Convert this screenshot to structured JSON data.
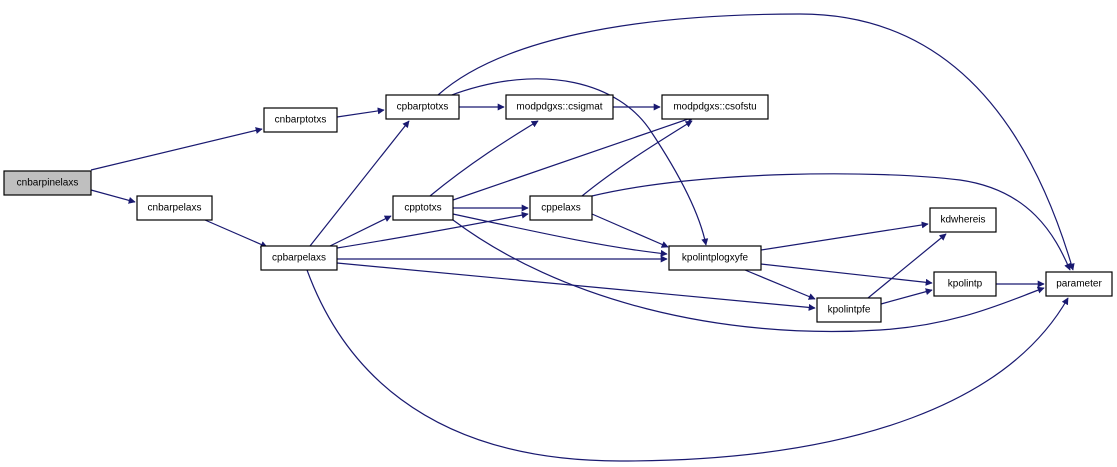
{
  "diagram": {
    "colors": {
      "edge": "#191970",
      "node_border": "#000000",
      "node_fill": "#ffffff",
      "root_fill": "#bfbfbf"
    },
    "nodes": [
      {
        "id": "cnbarpinelaxs",
        "label": "cnbarpinelaxs",
        "root": true
      },
      {
        "id": "cnbarptotxs",
        "label": "cnbarptotxs"
      },
      {
        "id": "cnbarpelaxs",
        "label": "cnbarpelaxs"
      },
      {
        "id": "cpbarptotxs",
        "label": "cpbarptotxs"
      },
      {
        "id": "cpbarpelaxs",
        "label": "cpbarpelaxs"
      },
      {
        "id": "csigmat",
        "label": "modpdgxs::csigmat"
      },
      {
        "id": "csofstu",
        "label": "modpdgxs::csofstu"
      },
      {
        "id": "cpptotxs",
        "label": "cpptotxs"
      },
      {
        "id": "cppelaxs",
        "label": "cppelaxs"
      },
      {
        "id": "kpolintplogxyfe",
        "label": "kpolintplogxyfe"
      },
      {
        "id": "kdwhereis",
        "label": "kdwhereis"
      },
      {
        "id": "kpolintpfe",
        "label": "kpolintpfe"
      },
      {
        "id": "kpolintp",
        "label": "kpolintp"
      },
      {
        "id": "parameter",
        "label": "parameter"
      }
    ],
    "edges": [
      {
        "from": "cnbarpinelaxs",
        "to": "cnbarptotxs"
      },
      {
        "from": "cnbarpinelaxs",
        "to": "cnbarpelaxs"
      },
      {
        "from": "cnbarptotxs",
        "to": "cpbarptotxs"
      },
      {
        "from": "cnbarpelaxs",
        "to": "cpbarpelaxs"
      },
      {
        "from": "cpbarptotxs",
        "to": "csigmat"
      },
      {
        "from": "cpbarptotxs",
        "to": "kpolintplogxyfe"
      },
      {
        "from": "cpbarptotxs",
        "to": "parameter"
      },
      {
        "from": "csigmat",
        "to": "csofstu"
      },
      {
        "from": "cpbarpelaxs",
        "to": "cpbarptotxs"
      },
      {
        "from": "cpbarpelaxs",
        "to": "cpptotxs"
      },
      {
        "from": "cpbarpelaxs",
        "to": "cppelaxs"
      },
      {
        "from": "cpbarpelaxs",
        "to": "kpolintplogxyfe"
      },
      {
        "from": "cpbarpelaxs",
        "to": "kpolintpfe"
      },
      {
        "from": "cpbarpelaxs",
        "to": "parameter"
      },
      {
        "from": "cpptotxs",
        "to": "csigmat"
      },
      {
        "from": "cpptotxs",
        "to": "csofstu"
      },
      {
        "from": "cpptotxs",
        "to": "cppelaxs"
      },
      {
        "from": "cpptotxs",
        "to": "kpolintplogxyfe"
      },
      {
        "from": "cpptotxs",
        "to": "parameter"
      },
      {
        "from": "cppelaxs",
        "to": "csofstu"
      },
      {
        "from": "cppelaxs",
        "to": "kpolintplogxyfe"
      },
      {
        "from": "cppelaxs",
        "to": "parameter"
      },
      {
        "from": "kpolintplogxyfe",
        "to": "kdwhereis"
      },
      {
        "from": "kpolintplogxyfe",
        "to": "kpolintpfe"
      },
      {
        "from": "kpolintplogxyfe",
        "to": "kpolintp"
      },
      {
        "from": "kpolintpfe",
        "to": "kdwhereis"
      },
      {
        "from": "kpolintpfe",
        "to": "kpolintp"
      },
      {
        "from": "kpolintp",
        "to": "parameter"
      }
    ]
  }
}
